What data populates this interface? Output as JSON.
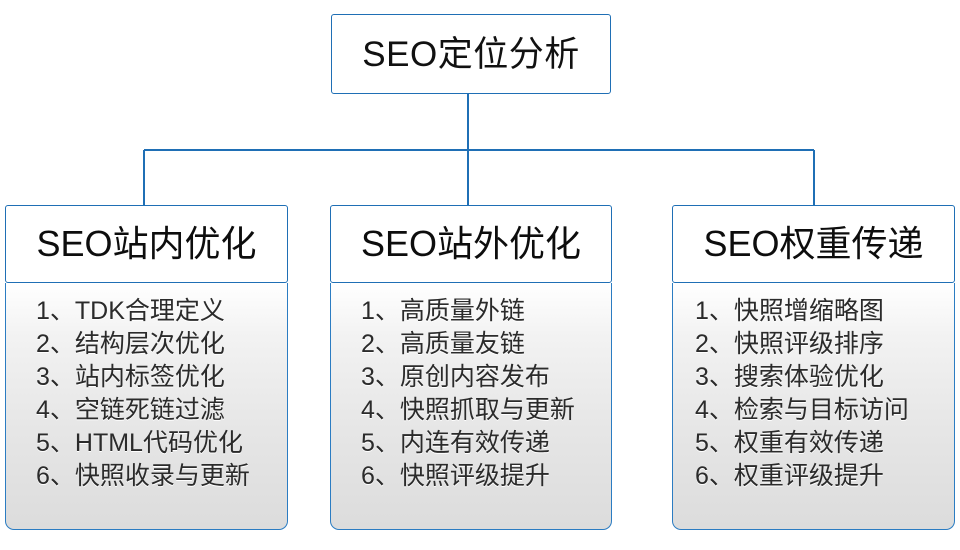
{
  "diagram": {
    "type": "organization-tree",
    "accent_color": "#1f6fb5",
    "root": {
      "label": "SEO定位分析"
    },
    "branches": [
      {
        "title": "SEO站内优化",
        "items": [
          "1、TDK合理定义",
          "2、结构层次优化",
          "3、站内标签优化",
          "4、空链死链过滤",
          "5、HTML代码优化",
          "6、快照收录与更新"
        ]
      },
      {
        "title": "SEO站外优化",
        "items": [
          "1、高质量外链",
          "2、高质量友链",
          "3、原创内容发布",
          "4、快照抓取与更新",
          "5、内连有效传递",
          "6、快照评级提升"
        ]
      },
      {
        "title": "SEO权重传递",
        "items": [
          "1、快照增缩略图",
          "2、快照评级排序",
          "3、搜索体验优化",
          "4、检索与目标访问",
          "5、权重有效传递",
          "6、权重评级提升"
        ]
      }
    ]
  }
}
